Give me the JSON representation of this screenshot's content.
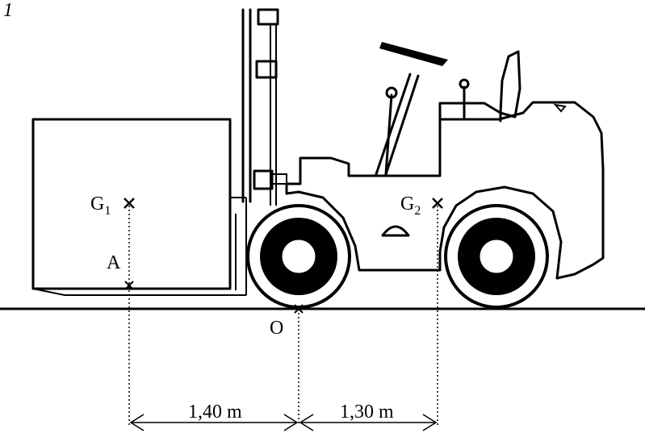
{
  "figure": {
    "number": "1"
  },
  "points": {
    "g1": {
      "letter": "G",
      "sub": "1"
    },
    "g2": {
      "letter": "G",
      "sub": "2"
    },
    "a": "A",
    "o": "O"
  },
  "dimensions": {
    "left": "1,40 m",
    "right": "1,30 m"
  }
}
